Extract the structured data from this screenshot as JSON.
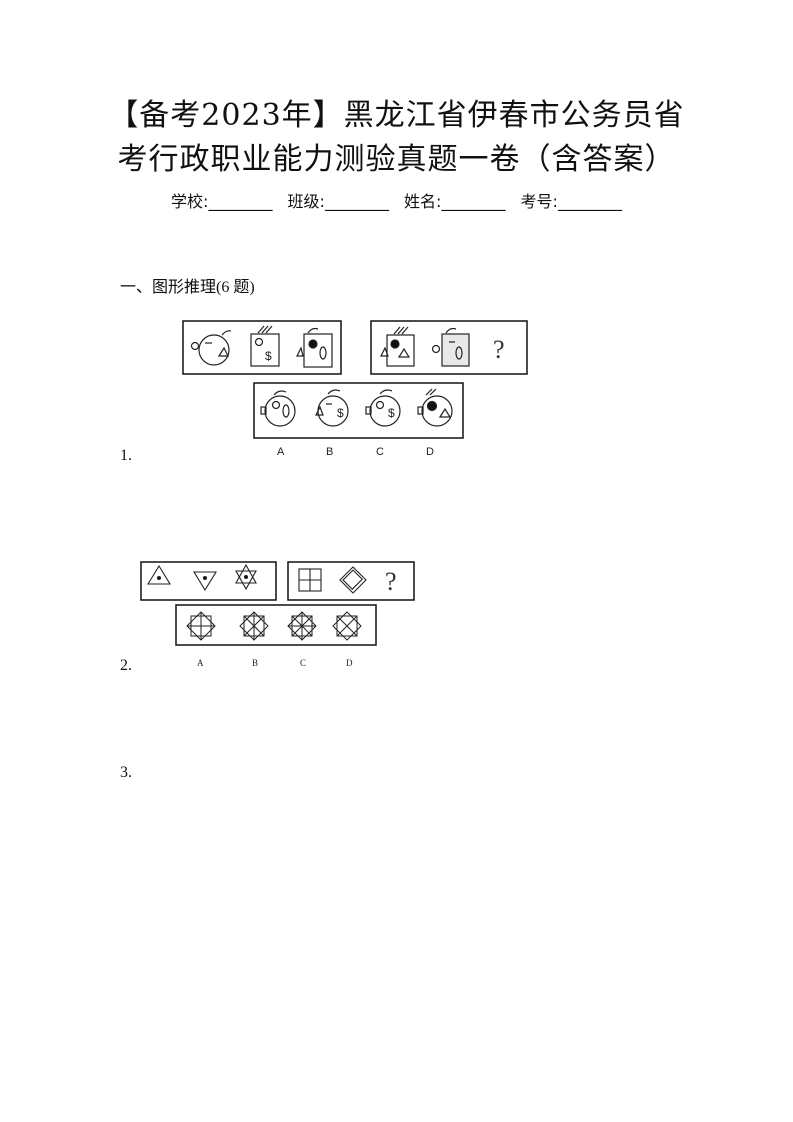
{
  "header": {
    "title_line1": "【备考2023年】黑龙江省伊春市公务员省",
    "title_line2": "考行政职业能力测验真题一卷（含答案）"
  },
  "info": {
    "school": "学校:________",
    "class": "班级:________",
    "name": "姓名:________",
    "exam_no": "考号:________"
  },
  "section": {
    "title": "一、图形推理(6 题)"
  },
  "questions": [
    {
      "number": "1.",
      "question_mark": "?",
      "options": [
        "A",
        "B",
        "C",
        "D"
      ]
    },
    {
      "number": "2.",
      "question_mark": "?",
      "options": [
        "A",
        "B",
        "C",
        "D"
      ]
    },
    {
      "number": "3."
    }
  ]
}
